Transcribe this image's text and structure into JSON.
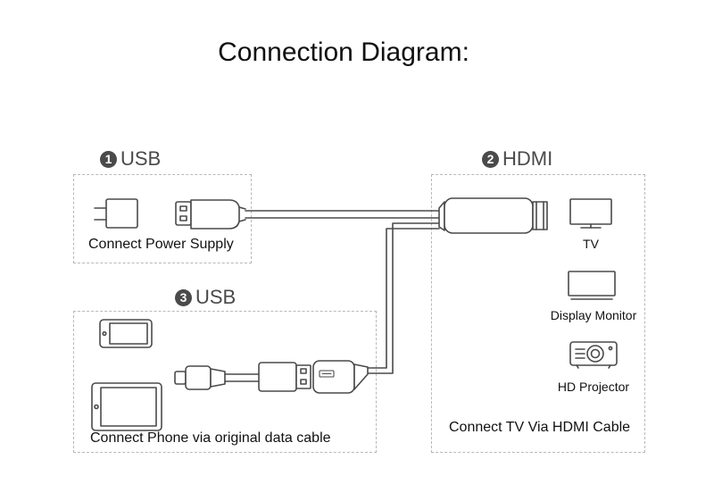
{
  "title": "Connection Diagram:",
  "sections": {
    "usb_power": {
      "number": "1",
      "label": "USB",
      "caption": "Connect Power Supply"
    },
    "hdmi": {
      "number": "2",
      "label": "HDMI",
      "caption": "Connect TV Via HDMI Cable"
    },
    "usb_phone": {
      "number": "3",
      "label": "USB",
      "caption": "Connect Phone via original data cable"
    }
  },
  "devices": {
    "tv": "TV",
    "monitor": "Display Monitor",
    "projector": "HD Projector"
  },
  "colors": {
    "line": "#4a4a4a",
    "box_border": "#b8b8b8",
    "plug_fill": "#ffffff"
  }
}
